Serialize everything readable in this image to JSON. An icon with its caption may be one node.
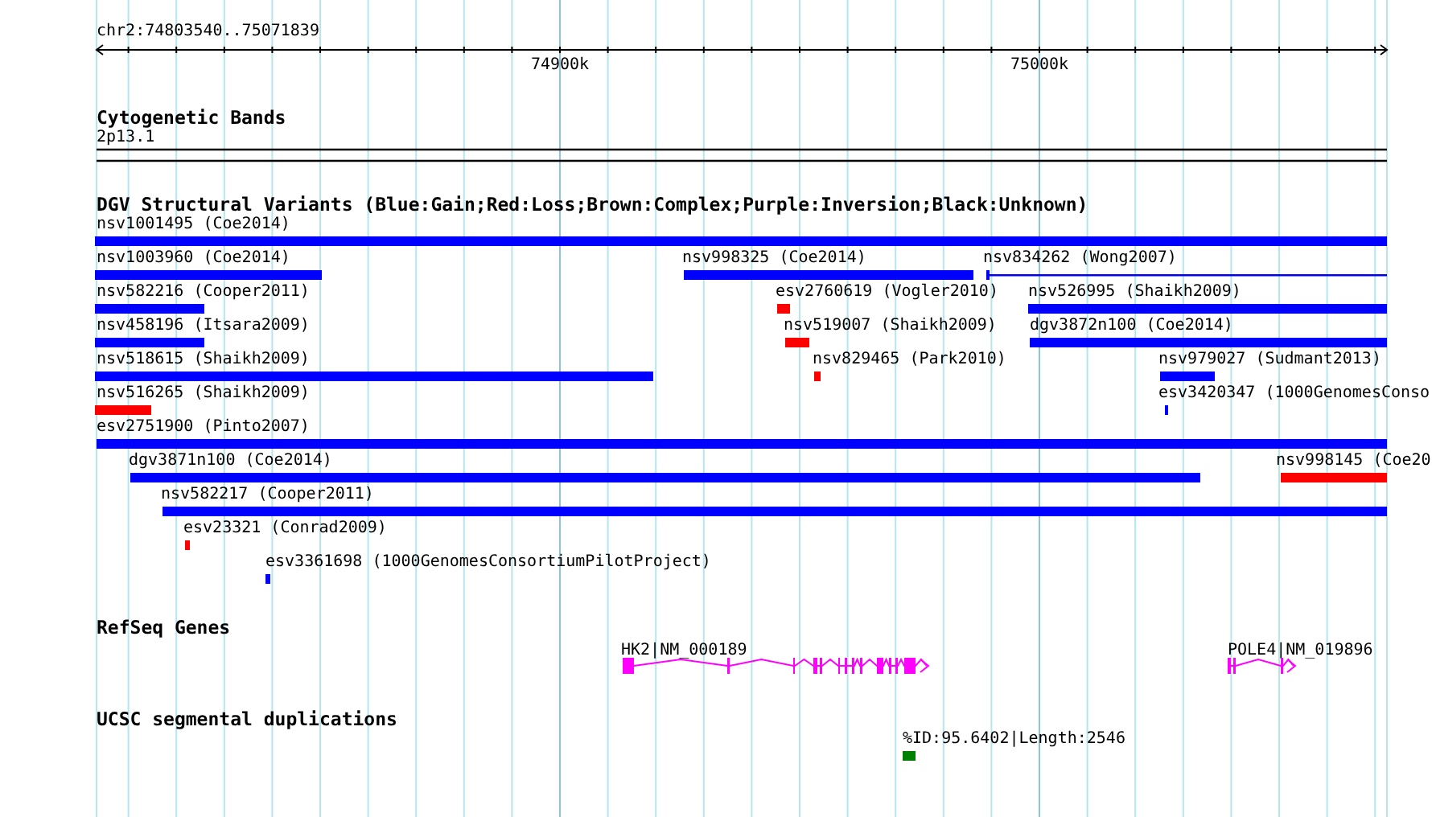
{
  "diagram": {
    "nodes": [
      {
        "text": [
          "nsv1001495 (Coe2014)"
        ]
      },
      {
        "text": [
          "nsv1003960 (Coe2014)"
        ]
      },
      {
        "text": [
          "nsv998325 (Coe2014)"
        ]
      },
      {
        "text": [
          "nsv834262 (Wong2007)"
        ]
      },
      {
        "text": [
          "nsv582216 (Cooper2011)"
        ]
      },
      {
        "text": [
          "esv2760619 (Vogler2010)"
        ]
      },
      {
        "text": [
          "nsv526995 (Shaikh2009)"
        ]
      },
      {
        "text": [
          "nsv458196 (Itsara2009)"
        ]
      },
      {
        "text": [
          "nsv519007 (Shaikh2009)"
        ]
      },
      {
        "text": [
          "dgv3872n100 (Coe2014)"
        ]
      },
      {
        "text": [
          "nsv518615 (Shaikh2009)"
        ]
      },
      {
        "text": [
          "nsv829465 (Park2010)"
        ]
      },
      {
        "text": [
          "nsv979027 (Sudmant2013)"
        ]
      },
      {
        "text": [
          "nsv516265 (Shaikh2009)"
        ]
      },
      {
        "text": [
          "esv3420347 (1000GenomesConso"
        ]
      },
      {
        "text": [
          "esv2751900 (Pinto2007)"
        ]
      },
      {
        "text": [
          "dgv3871n100 (Coe2014)"
        ]
      },
      {
        "text": [
          "nsv998145 (Coe20"
        ]
      },
      {
        "text": [
          "nsv582217 (Cooper2011)"
        ]
      },
      {
        "text": [
          "esv23321 (Conrad2009)"
        ]
      },
      {
        "text": [
          "esv3361698 (1000GenomesConsortiumPilotProject)"
        ]
      },
      {
        "text": [
          "HK2|NM_000189"
        ]
      },
      {
        "text": [
          "POLE4|NM_019896"
        ]
      },
      {
        "text": [
          "%ID:95.6402|Length:2546"
        ]
      }
    ],
    "labels": [
      "chr2:74803540..75071839",
      "74900k",
      "75000k",
      "Cytogenetic Bands",
      "2p13.1",
      "DGV Structural Variants (Blue:Gain;Red:Loss;Brown:Complex;Purple:Inversion;Black:Unknown)",
      "RefSeq Genes",
      "UCSC segmental duplications"
    ]
  }
}
